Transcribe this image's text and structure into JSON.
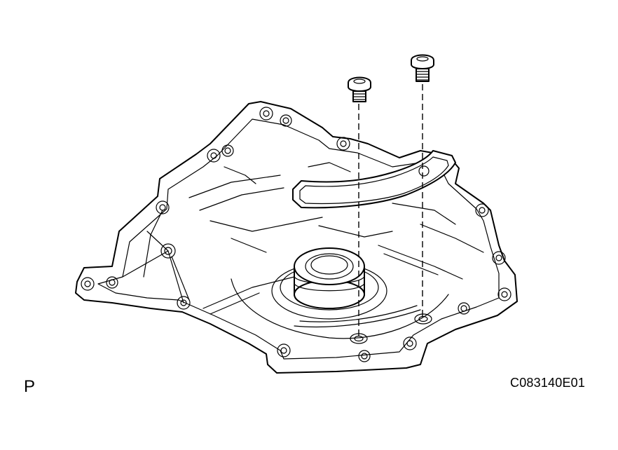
{
  "diagram": {
    "corner_mark": "P",
    "figure_code": "C083140E01",
    "parts": {
      "housing": "transmission-case-cover",
      "seal": "curved-seal-plate",
      "bolts": [
        "bolt-left",
        "bolt-right"
      ],
      "center": "shaft-boss"
    }
  }
}
